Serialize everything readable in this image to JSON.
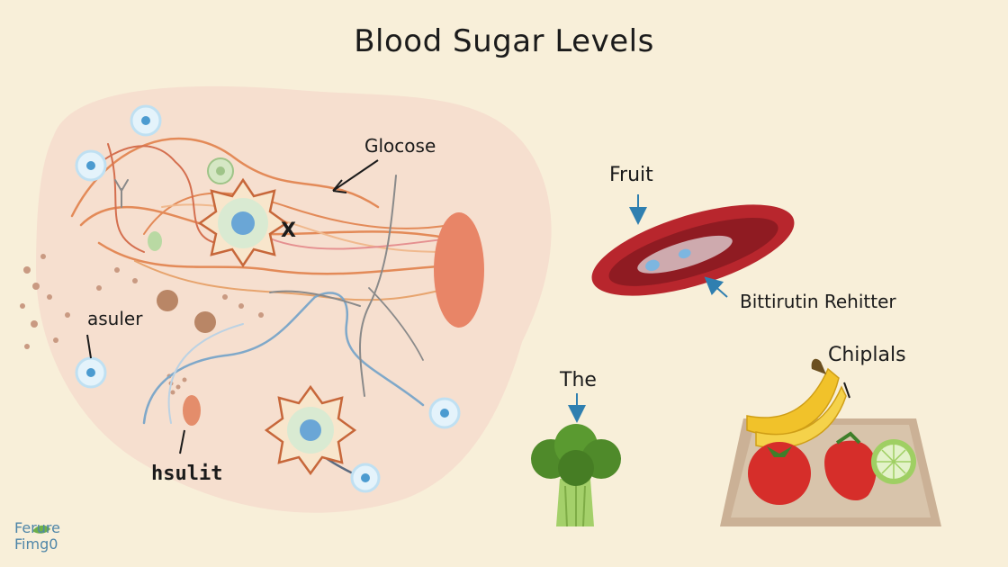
{
  "title": "Blood Sugar Levels",
  "labels": {
    "glucose": "Glocose",
    "fruit": "Fruit",
    "vessel_label": "Bittirutin Rehitter",
    "asuler": "asuler",
    "chiplals": "Chiplals",
    "the": "The",
    "hsulit": "hsulit",
    "mark": "X"
  },
  "logo": {
    "text": "Ferure\nFimg0"
  },
  "colors": {
    "background": "#f8efd9",
    "blob": "#f6dfcf",
    "vessel": "#b8262d",
    "arrow": "#2f7fb0",
    "broccoli": "#4f8a2a",
    "banana": "#f1c22a",
    "tray": "#cbb196"
  }
}
